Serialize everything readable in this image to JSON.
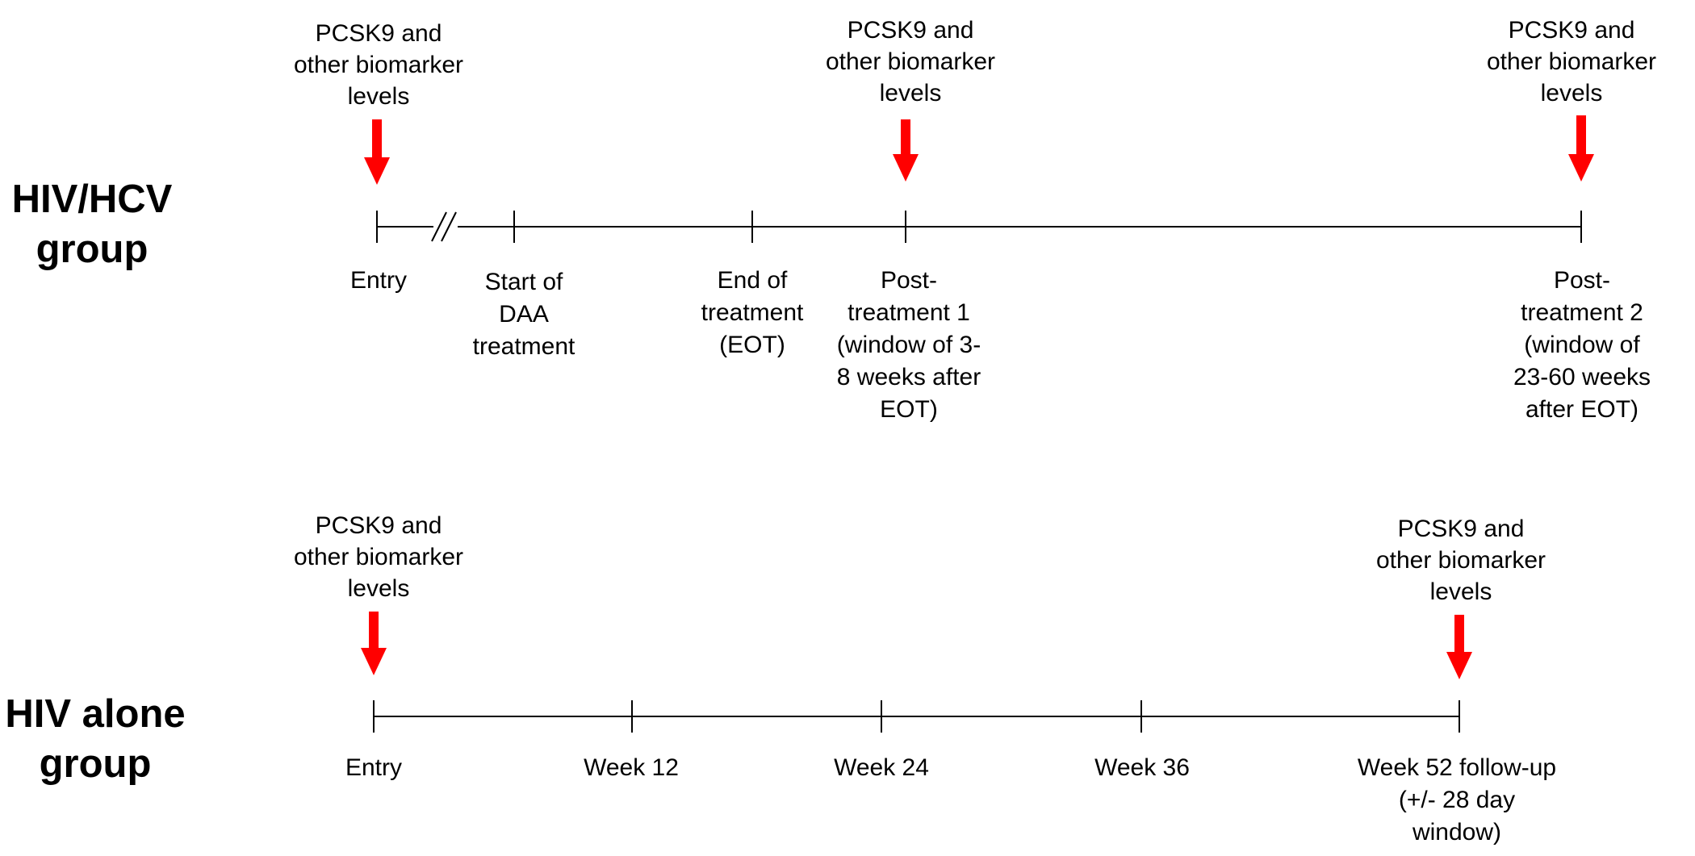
{
  "colors": {
    "marker": "#ff0000",
    "line": "#000000",
    "text": "#000000"
  },
  "marker_text": "PCSK9 and\nother biomarker\nlevels",
  "groups": [
    {
      "label": "HIV/HCV\ngroup",
      "ticks": [
        {
          "label": "Entry",
          "marker": true
        },
        {
          "label": "Start of\nDAA\ntreatment",
          "marker": false
        },
        {
          "label": "End of\ntreatment\n(EOT)",
          "marker": false
        },
        {
          "label": "Post-\ntreatment 1\n(window of 3-\n8 weeks after\nEOT)",
          "marker": true
        },
        {
          "label": "Post-\ntreatment 2\n(window of\n23-60 weeks\nafter EOT)",
          "marker": true
        }
      ]
    },
    {
      "label": "HIV alone\ngroup",
      "ticks": [
        {
          "label": "Entry",
          "marker": true
        },
        {
          "label": "Week 12",
          "marker": false
        },
        {
          "label": "Week 24",
          "marker": false
        },
        {
          "label": "Week 36",
          "marker": false
        },
        {
          "label": "Week 52 follow-up\n(+/- 28 day\nwindow)",
          "marker": true
        }
      ]
    }
  ]
}
